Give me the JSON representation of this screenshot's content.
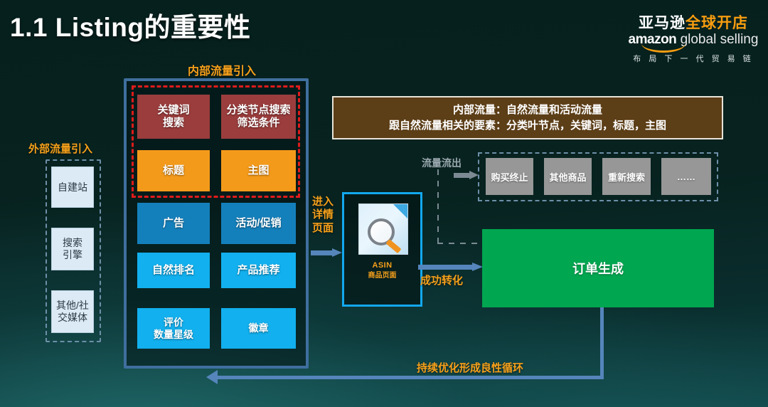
{
  "slide": {
    "title": "1.1 Listing的重要性"
  },
  "logo": {
    "cn_white": "亚马逊",
    "cn_orange": "全球开店",
    "en_brand": "amazon",
    "en_sub": "global selling",
    "tagline": "布 局 下 一 代 贸 易 链"
  },
  "external": {
    "title": "外部流量引入",
    "items": [
      {
        "label": "自建站"
      },
      {
        "label": "搜索\n引擎"
      },
      {
        "label": "其他/社\n交媒体"
      }
    ]
  },
  "internal": {
    "title": "内部流量引入",
    "cells": [
      {
        "label": "关键词\n搜索"
      },
      {
        "label": "分类节点搜索\n筛选条件"
      },
      {
        "label": "标题"
      },
      {
        "label": "主图"
      },
      {
        "label": "广告"
      },
      {
        "label": "活动/促销"
      },
      {
        "label": "自然排名"
      },
      {
        "label": "产品推荐"
      },
      {
        "label": "评价\n数量星级"
      },
      {
        "label": "徽章"
      }
    ]
  },
  "banner": {
    "line1": "内部流量：自然流量和活动流量",
    "line2": "跟自然流量相关的要素：分类叶节点，关键词，标题，主图"
  },
  "flow": {
    "enter_detail": "进入\n详情\n页面",
    "conversion": "成功转化",
    "traffic_out": "流量流出",
    "feedback": "持续优化形成良性循环"
  },
  "asin": {
    "title": "ASIN",
    "subtitle": "商品页面",
    "icon": "document-search-icon"
  },
  "order": {
    "label": "订单生成"
  },
  "exits": [
    {
      "label": "购买终止"
    },
    {
      "label": "其他商品"
    },
    {
      "label": "重新搜索"
    },
    {
      "label": "……"
    }
  ],
  "colors": {
    "accent_orange": "#f6a01a",
    "red_box": "#9b3d3d",
    "orange_box": "#f49a1a",
    "blue_dark": "#1480bb",
    "blue_light": "#12b0ee",
    "green": "#00a650",
    "banner_brown": "#5c3e17",
    "panel_border": "#3f6f9e",
    "dashed_red": "#e01b1b",
    "gray_box": "#979797",
    "background": "#07221f"
  }
}
